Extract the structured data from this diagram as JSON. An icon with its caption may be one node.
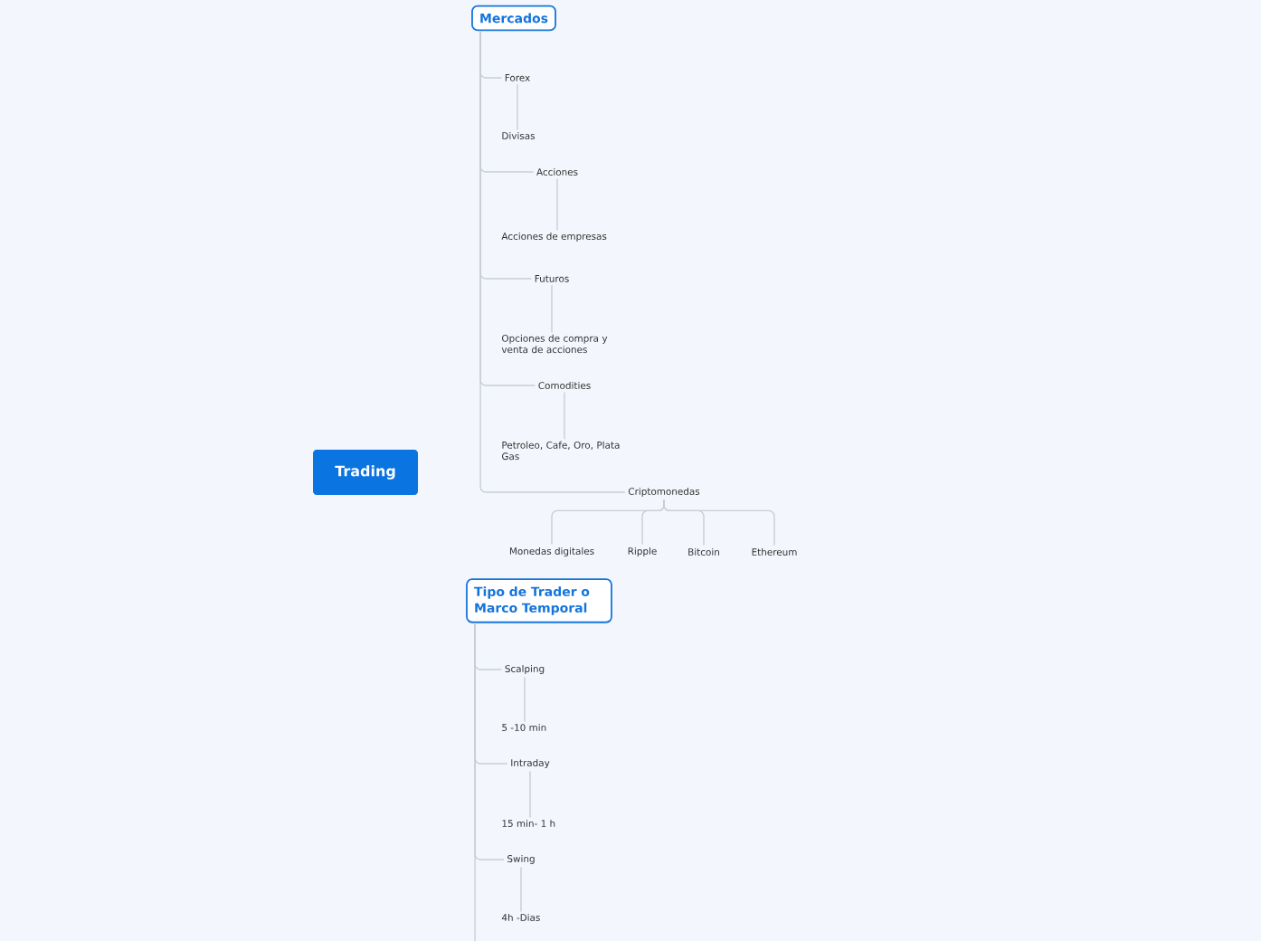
{
  "diagram": {
    "nodes": [
      {
        "text": [
          "Trading"
        ]
      },
      {
        "text": [
          "Mercados"
        ]
      },
      {
        "text": [
          "Forex"
        ]
      },
      {
        "text": [
          "Divisas"
        ]
      },
      {
        "text": [
          "Acciones"
        ]
      },
      {
        "text": [
          "Acciones de empresas"
        ]
      },
      {
        "text": [
          "Futuros"
        ]
      },
      {
        "text": [
          "Opciones de compra y venta de acciones"
        ]
      },
      {
        "text": [
          "Comodities"
        ]
      },
      {
        "text": [
          "Petroleo, Cafe, Oro, Plata Gas"
        ]
      },
      {
        "text": [
          "Criptomonedas"
        ]
      },
      {
        "text": [
          "Monedas digitales"
        ]
      },
      {
        "text": [
          "Ripple"
        ]
      },
      {
        "text": [
          "Bitcoin"
        ]
      },
      {
        "text": [
          "Ethereum"
        ]
      },
      {
        "text": [
          "Tipo de Trader o Marco Temporal"
        ]
      },
      {
        "text": [
          "Scalping"
        ]
      },
      {
        "text": [
          "5 -10 min"
        ]
      },
      {
        "text": [
          "Intraday"
        ]
      },
      {
        "text": [
          "15 min- 1 h"
        ]
      },
      {
        "text": [
          "Swing"
        ]
      },
      {
        "text": [
          "4h -Dias"
        ]
      }
    ],
    "edges": [
      {
        "from": 1,
        "to": 2,
        "arrow": "none"
      },
      {
        "from": 2,
        "to": 3,
        "arrow": "none"
      },
      {
        "from": 1,
        "to": 4,
        "arrow": "none"
      },
      {
        "from": 4,
        "to": 5,
        "arrow": "none"
      },
      {
        "from": 1,
        "to": 6,
        "arrow": "none"
      },
      {
        "from": 6,
        "to": 7,
        "arrow": "none"
      },
      {
        "from": 1,
        "to": 8,
        "arrow": "none"
      },
      {
        "from": 8,
        "to": 9,
        "arrow": "none"
      },
      {
        "from": 1,
        "to": 10,
        "arrow": "none"
      },
      {
        "from": 10,
        "to": 11,
        "arrow": "none"
      },
      {
        "from": 10,
        "to": 12,
        "arrow": "none"
      },
      {
        "from": 10,
        "to": 13,
        "arrow": "none"
      },
      {
        "from": 10,
        "to": 14,
        "arrow": "none"
      },
      {
        "from": 15,
        "to": 16,
        "arrow": "none"
      },
      {
        "from": 16,
        "to": 17,
        "arrow": "none"
      },
      {
        "from": 15,
        "to": 18,
        "arrow": "none"
      },
      {
        "from": 18,
        "to": 19,
        "arrow": "none"
      },
      {
        "from": 15,
        "to": 20,
        "arrow": "none"
      },
      {
        "from": 20,
        "to": 21,
        "arrow": "none"
      },
      {
        "from": 15,
        "to": null,
        "arrow": "none"
      }
    ]
  }
}
